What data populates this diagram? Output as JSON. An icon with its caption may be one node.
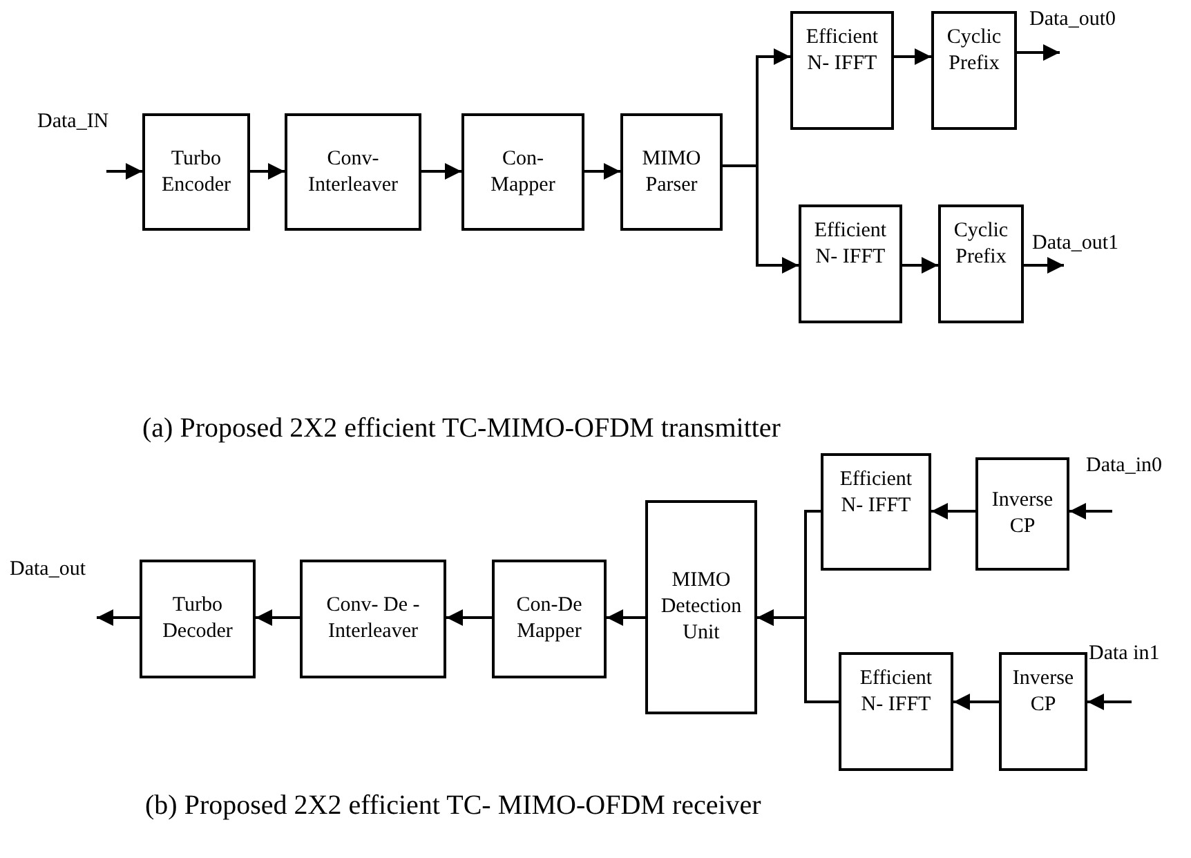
{
  "diagram": {
    "nodes": [
      {
        "text": [
          "Turbo Encoder"
        ]
      },
      {
        "text": [
          "Conv- Interleaver"
        ]
      },
      {
        "text": [
          "Con- Mapper"
        ]
      },
      {
        "text": [
          "MIMO Parser"
        ]
      },
      {
        "text": [
          "Efficient N- IFFT"
        ]
      },
      {
        "text": [
          "Cyclic Prefix"
        ]
      },
      {
        "text": [
          "Efficient N- IFFT"
        ]
      },
      {
        "text": [
          "Cyclic Prefix"
        ]
      },
      {
        "text": [
          "Efficient N- IFFT"
        ]
      },
      {
        "text": [
          "Inverse CP"
        ]
      },
      {
        "text": [
          "Turbo Decoder"
        ]
      },
      {
        "text": [
          "Conv- De - Interleaver"
        ]
      },
      {
        "text": [
          "Con-De Mapper"
        ]
      },
      {
        "text": [
          "MIMO Detection Unit"
        ]
      },
      {
        "text": [
          "Efficient N- IFFT"
        ]
      },
      {
        "text": [
          "Inverse CP"
        ]
      },
      {
        "text": [
          "Data_out0"
        ]
      },
      {
        "text": [
          "Data_out1"
        ]
      },
      {
        "text": [
          "Data_out"
        ]
      }
    ],
    "edges": [
      {
        "from": null,
        "to": 0,
        "arrow": "to"
      },
      {
        "from": 0,
        "to": 1,
        "arrow": "to"
      },
      {
        "from": 1,
        "to": 2,
        "arrow": "to"
      },
      {
        "from": 2,
        "to": 3,
        "arrow": "to"
      },
      {
        "from": 3,
        "to": 4,
        "arrow": "to"
      },
      {
        "from": 3,
        "to": 6,
        "arrow": "to"
      },
      {
        "from": 4,
        "to": 5,
        "arrow": "to"
      },
      {
        "from": 6,
        "to": 7,
        "arrow": "to"
      },
      {
        "from": 5,
        "to": 16,
        "arrow": "to"
      },
      {
        "from": 7,
        "to": 17,
        "arrow": "to"
      },
      {
        "from": null,
        "to": 9,
        "arrow": "to"
      },
      {
        "from": 9,
        "to": 8,
        "arrow": "to"
      },
      {
        "from": 8,
        "to": 13,
        "arrow": "to"
      },
      {
        "from": null,
        "to": 15,
        "arrow": "to"
      },
      {
        "from": 15,
        "to": 14,
        "arrow": "to"
      },
      {
        "from": 14,
        "to": 13,
        "arrow": "to"
      },
      {
        "from": 13,
        "to": 12,
        "arrow": "to"
      },
      {
        "from": 12,
        "to": 11,
        "arrow": "to"
      },
      {
        "from": 11,
        "to": 10,
        "arrow": "to"
      },
      {
        "from": 10,
        "to": 18,
        "arrow": "to"
      }
    ],
    "labels": [
      "Data_IN",
      "(a) Proposed 2X2 efficient TC-MIMO-OFDM transmitter",
      "Data_in0",
      "Data in1",
      "(b) Proposed 2X2 efficient TC- MIMO-OFDM receiver"
    ]
  }
}
